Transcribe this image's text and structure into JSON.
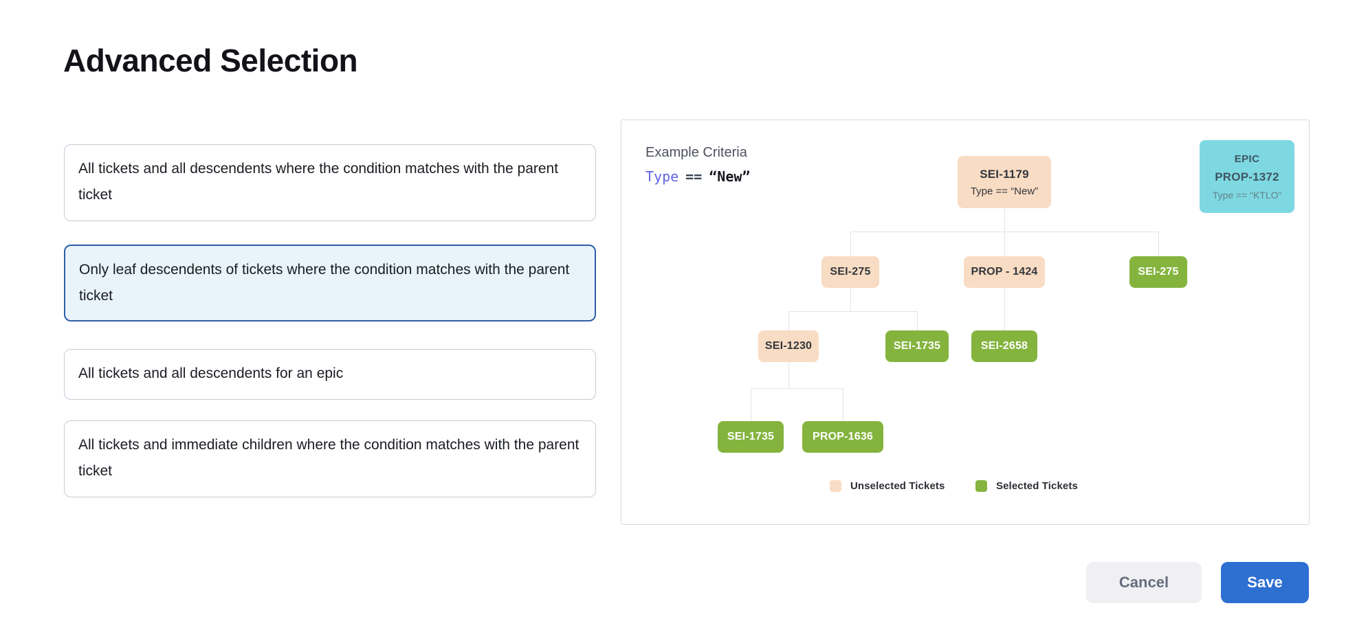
{
  "title": "Advanced Selection",
  "options": [
    {
      "text": "All tickets and all descendents where the condition matches with the parent ticket",
      "selected": false
    },
    {
      "text": "Only leaf descendents of tickets where the condition matches with the parent ticket",
      "selected": true
    },
    {
      "text": "All tickets and all descendents for an epic",
      "selected": false
    },
    {
      "text": "All tickets and immediate children where the condition matches with the parent ticket",
      "selected": false
    }
  ],
  "diagram": {
    "example_label": "Example Criteria",
    "criteria": {
      "field": "Type",
      "op": "==",
      "value": "“New”"
    },
    "epic": {
      "kind": "EPIC",
      "id": "PROP-1372",
      "condition": "Type == “KTLO”"
    },
    "root": {
      "id": "SEI-1179",
      "condition": "Type == “New”",
      "state": "unselected"
    },
    "level2": [
      {
        "id": "SEI-275",
        "state": "unselected"
      },
      {
        "id": "PROP - 1424",
        "state": "unselected"
      },
      {
        "id": "SEI-275",
        "state": "selected"
      }
    ],
    "level3": [
      {
        "id": "SEI-1230",
        "state": "unselected"
      },
      {
        "id": "SEI-1735",
        "state": "selected"
      },
      {
        "id": "SEI-2658",
        "state": "selected"
      }
    ],
    "level4": [
      {
        "id": "SEI-1735",
        "state": "selected"
      },
      {
        "id": "PROP-1636",
        "state": "selected"
      }
    ],
    "legend": [
      {
        "label": "Unselected Tickets",
        "color_key": "peach"
      },
      {
        "label": "Selected Tickets",
        "color_key": "green"
      }
    ]
  },
  "footer": {
    "cancel_label": "Cancel",
    "save_label": "Save"
  },
  "colors": {
    "title_text": "#111318",
    "card_text": "#191c22",
    "card_border": "#c7cad6",
    "selected_border": "#2c5ea6",
    "selected_bg": "#e9f3fa",
    "panel_border": "#aeb2bf",
    "muted_text": "#4c515c",
    "criteria_field": "#6064e3",
    "criteria_op": "#3a4553",
    "criteria_value": "#15181e",
    "peach": "#f8dcc3",
    "green": "#84b43e",
    "cyan": "#7ed8e1",
    "node_text": "#33363c",
    "epic_text": "#3e5560",
    "epic_sub": "#628289",
    "connector": "#e3e4e8",
    "legend_text": "#2b2e34",
    "cancel_bg": "#f0f0f4",
    "cancel_text": "#666d7d",
    "save_bg": "#2e6fd2",
    "save_text": "#ffffff"
  }
}
